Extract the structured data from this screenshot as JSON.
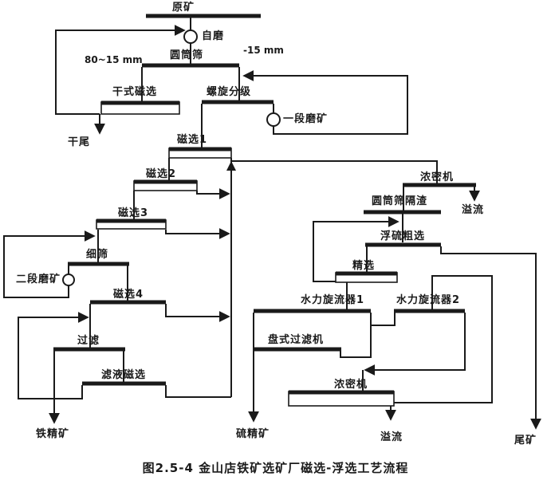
{
  "figure_caption": "图2.5-4  金山店铁矿选矿厂磁选-浮选工艺流程",
  "annotations": {
    "size_coarse": "80~15 mm",
    "size_fine": "-15 mm"
  },
  "nodes": {
    "raw_ore": "原矿",
    "autogenous_mill": "自磨",
    "drum_screen": "圆筒筛",
    "dry_magnetic_separation": "干式磁选",
    "spiral_classifier": "螺旋分级",
    "stage1_grinding": "一段磨矿",
    "dry_tailings": "干尾",
    "mag_sep_1": "磁选1",
    "mag_sep_2": "磁选2",
    "mag_sep_3": "磁选3",
    "fine_screen": "细筛",
    "stage2_grinding": "二段磨矿",
    "mag_sep_4": "磁选4",
    "filter": "过滤",
    "filtrate_mag_sep": "滤液磁选",
    "iron_concentrate": "铁精矿",
    "thickener_top": "浓密机",
    "overflow_top": "溢流",
    "drum_screen_deslag": "圆筒筛隔渣",
    "sulfur_rougher": "浮硫粗选",
    "cleaner": "精选",
    "hydrocyclone_1": "水力旋流器1",
    "hydrocyclone_2": "水力旋流器2",
    "disc_filter": "盘式过滤机",
    "thickener_bottom": "浓密机",
    "sulfur_concentrate": "硫精矿",
    "overflow_bottom": "溢流",
    "tailings": "尾矿"
  },
  "colors": {
    "ink": "#1a1a1a",
    "background": "#ffffff"
  }
}
